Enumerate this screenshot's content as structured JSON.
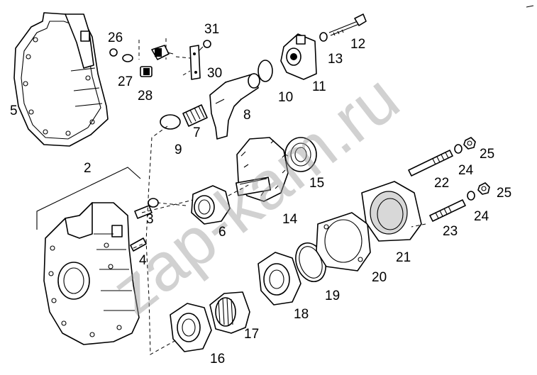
{
  "watermark": "zap-kam.ru",
  "callouts": [
    "2",
    "3",
    "4",
    "5",
    "6",
    "7",
    "8",
    "9",
    "10",
    "11",
    "12",
    "13",
    "14",
    "15",
    "16",
    "17",
    "18",
    "19",
    "20",
    "21",
    "22",
    "23",
    "24",
    "24",
    "25",
    "25",
    "26",
    "27",
    "28",
    "30",
    "31"
  ]
}
